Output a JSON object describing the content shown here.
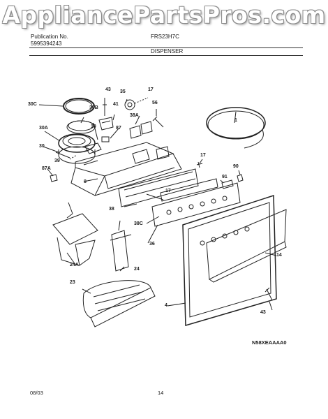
{
  "watermark": "AppliancePartsPros.com",
  "header": {
    "publication_label": "Publication No.",
    "publication_number": "5995394243",
    "model": "FRS23H7C",
    "section": "DISPENSER"
  },
  "parts": {
    "p43a": "43",
    "p17a": "17",
    "p35": "35",
    "p30c": "30C",
    "p41": "41",
    "p56": "56",
    "p30b": "30B",
    "p38a": "38A",
    "p1": "1",
    "p30a": "30A",
    "p10": "10",
    "p87": "87",
    "p30": "30",
    "p39": "39",
    "p17b": "17",
    "p87a": "87A",
    "p90": "90",
    "p91": "91",
    "p8": "8",
    "p17c": "17",
    "p38": "38",
    "p38c": "38C",
    "p36": "36",
    "p14": "14",
    "p24a": "24A",
    "p24": "24",
    "p23": "23",
    "p4": "4",
    "p43b": "43"
  },
  "diagram_code": "N58XEAAAA0",
  "footer": {
    "date": "08/03",
    "page": "14"
  }
}
